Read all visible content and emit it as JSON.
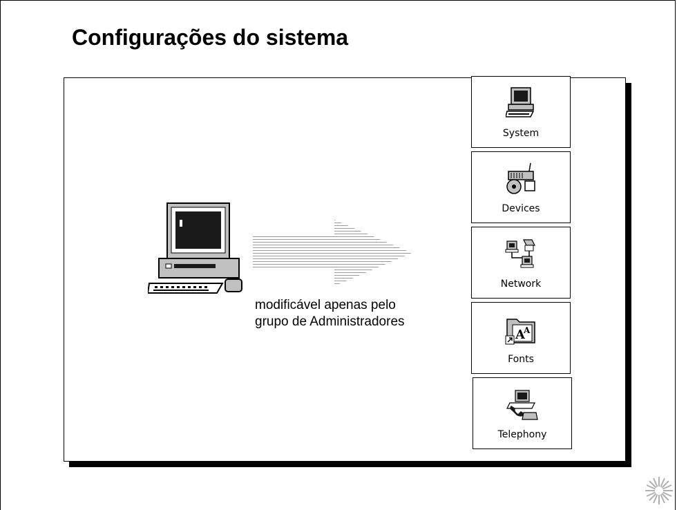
{
  "slide": {
    "title": "Configurações do sistema",
    "caption_line1": "modificável apenas pelo",
    "caption_line2": "grupo de Administradores"
  },
  "applets": [
    {
      "label": "System",
      "icon": "computer-icon"
    },
    {
      "label": "Devices",
      "icon": "devices-icon"
    },
    {
      "label": "Network",
      "icon": "network-icon"
    },
    {
      "label": "Fonts",
      "icon": "fonts-folder-icon"
    },
    {
      "label": "Telephony",
      "icon": "telephony-icon"
    }
  ],
  "colors": {
    "ink": "#000000",
    "screen": "#1a1a1a",
    "panel": "#ffffff",
    "gray": "#c0c0c0"
  }
}
